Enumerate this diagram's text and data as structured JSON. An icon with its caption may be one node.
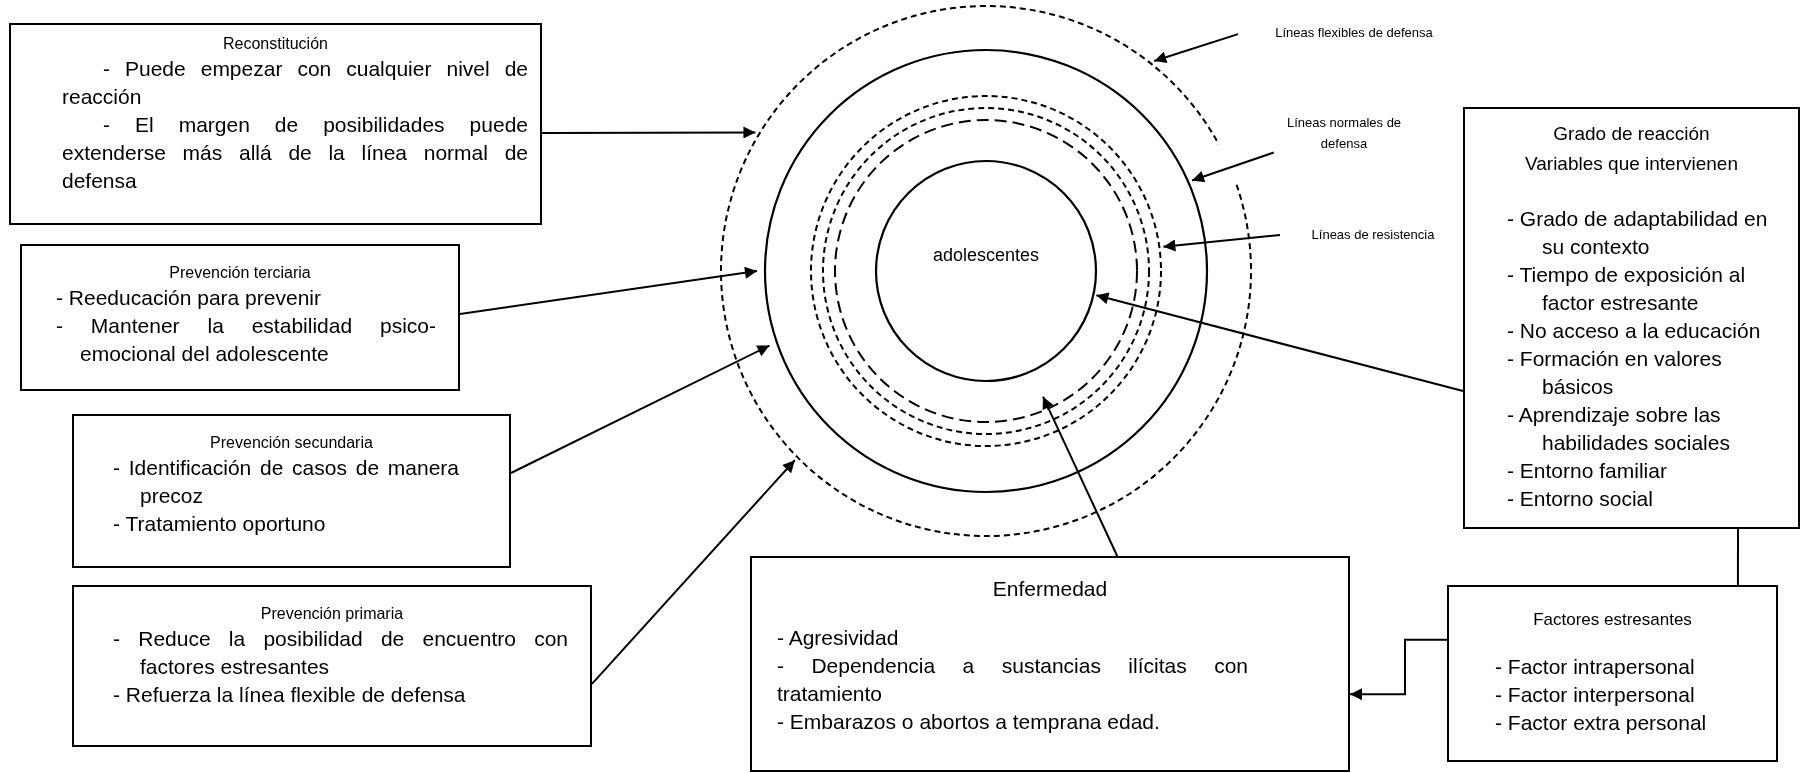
{
  "diagram": {
    "nodes": [
      {
        "text": [
          "Reconstitución",
          "- Puede empezar con cualquier nivel de reacción",
          "- El margen de posibilidades puede extenderse más allá de la línea normal de defensa"
        ]
      },
      {
        "text": [],
        "shape": "circle"
      },
      {
        "text": [],
        "shape": "circle",
        "in": 1
      },
      {
        "text": [],
        "shape": "circle",
        "in": 2
      },
      {
        "text": [
          "adolescentes"
        ],
        "in": 3
      },
      {
        "text": [
          "Líneas flexibles de defensa"
        ]
      },
      {
        "text": [
          "Líneas normales de defensa"
        ]
      },
      {
        "text": [
          "Líneas de resistencia"
        ]
      },
      {
        "text": [
          "Prevención terciaria",
          "- Reeducación para prevenir",
          "- Mantener la estabilidad psico-emocional del adolescente"
        ]
      },
      {
        "text": [
          "Prevención secundaria",
          "- Identificación de casos de manera precoz",
          "- Tratamiento oportuno"
        ]
      },
      {
        "text": [
          "Prevención primaria",
          "- Reduce la posibilidad de encuentro con factores estresantes",
          "- Refuerza la línea flexible de defensa"
        ]
      },
      {
        "text": [
          "Grado de reacción",
          "Variables que intervienen",
          "- Grado de adaptabilidad en su contexto",
          "- Tiempo de exposición al factor estresante",
          "- No acceso a la educación",
          "- Formación en valores básicos",
          "- Aprendizaje sobre las habilidades sociales",
          "- Entorno familiar",
          "- Entorno social"
        ]
      },
      {
        "text": [
          "Enfermedad",
          "- Agresividad",
          "- Dependencia a sustancias ilícitas con tratamiento",
          "- Embarazos o abortos a temprana edad."
        ]
      },
      {
        "text": [
          "Factores estresantes",
          "- Factor intrapersonal",
          "- Factor interpersonal",
          "- Factor extra personal"
        ]
      }
    ],
    "edges": [
      {
        "from": 0,
        "to": 1,
        "arrow": "to"
      },
      {
        "from": 5,
        "to": 1,
        "arrow": "to"
      },
      {
        "from": 6,
        "to": 2,
        "arrow": "to"
      },
      {
        "from": 7,
        "to": 3,
        "arrow": "to"
      },
      {
        "from": 8,
        "to": 2,
        "arrow": "to"
      },
      {
        "from": 9,
        "to": 2,
        "arrow": "to"
      },
      {
        "from": 10,
        "to": 1,
        "arrow": "to"
      },
      {
        "from": 11,
        "to": 4,
        "arrow": "to"
      },
      {
        "from": 12,
        "to": 3,
        "arrow": "to"
      },
      {
        "from": 13,
        "to": 12,
        "arrow": "to"
      },
      {
        "from": 11,
        "to": 13,
        "arrow": "none"
      }
    ]
  }
}
